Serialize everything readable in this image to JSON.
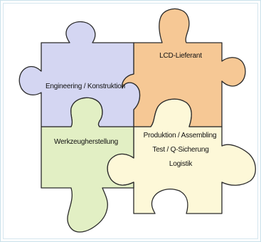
{
  "pieces": {
    "engineering": {
      "label": "Engineering / Konstruktion",
      "color": "#d4d6f2"
    },
    "lcd": {
      "label": "LCD-Lieferant",
      "color": "#f6c895"
    },
    "werkzeug": {
      "label": "Werkzeugherstellung",
      "color": "#e2efc4"
    },
    "produktion": {
      "label_line1": "Produktion / Assembling",
      "label_line2": "Test / Q-Sicherung",
      "label_line3": "Logistik",
      "color": "#fdf8d8"
    }
  }
}
